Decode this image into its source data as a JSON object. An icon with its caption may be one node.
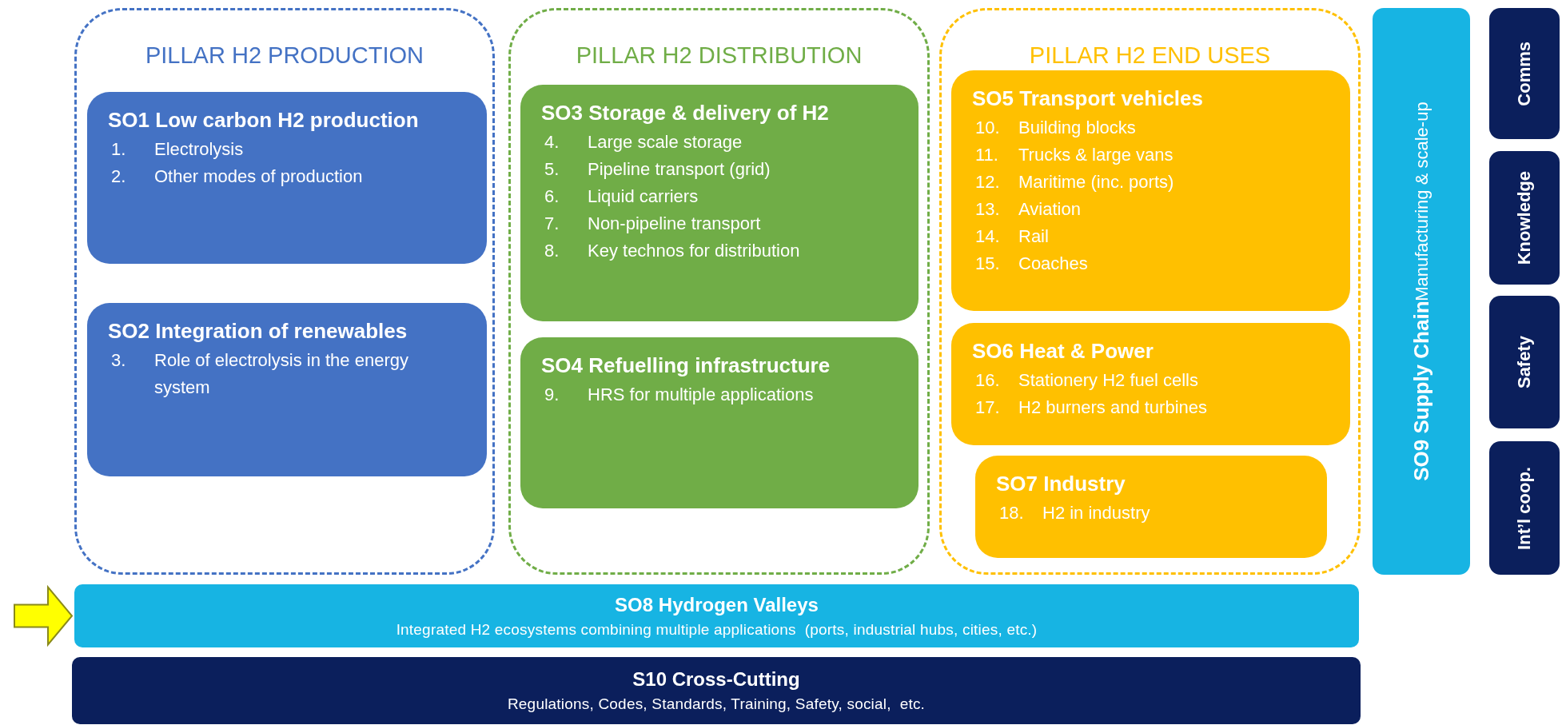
{
  "diagram": {
    "nodes": [
      {
        "text": [
          "PILLAR H2 PRODUCTION"
        ]
      },
      {
        "text": [
          "SO1 Low carbon H2 production",
          "1. Electrolysis",
          "2. Other modes of production"
        ],
        "in": 0
      },
      {
        "text": [
          "SO2 Integration of renewables",
          "3. Role of electrolysis in the energy system"
        ],
        "in": 0
      },
      {
        "text": [
          "PILLAR H2 DISTRIBUTION"
        ]
      },
      {
        "text": [
          "SO3 Storage & delivery of H2",
          "4. Large scale storage",
          "5. Pipeline transport (grid)",
          "6. Liquid carriers",
          "7. Non-pipeline transport",
          "8. Key technos for distribution"
        ],
        "in": 3
      },
      {
        "text": [
          "SO4 Refuelling infrastructure",
          "9. HRS for multiple applications"
        ],
        "in": 3
      },
      {
        "text": [
          "PILLAR H2 END USES"
        ]
      },
      {
        "text": [
          "SO5 Transport vehicles",
          "10. Building blocks",
          "11. Trucks & large vans",
          "12. Maritime (inc. ports)",
          "13. Aviation",
          "14. Rail",
          "15. Coaches"
        ],
        "in": 6
      },
      {
        "text": [
          "SO6 Heat & Power",
          "16. Stationery H2 fuel cells",
          "17. H2 burners and turbines"
        ],
        "in": 6
      },
      {
        "text": [
          "SO7 Industry",
          "18. H2 in industry"
        ],
        "in": 6
      },
      {
        "text": [
          "SO9 Supply Chain",
          "Manufacturing & scale-up"
        ]
      },
      {
        "text": [
          "Comms"
        ]
      },
      {
        "text": [
          "Knowledge"
        ]
      },
      {
        "text": [
          "Safety"
        ]
      },
      {
        "text": [
          "Int’l coop."
        ]
      },
      {
        "text": [
          "SO8 Hydrogen Valleys",
          "Integrated H2 ecosystems combining multiple applications  (ports, industrial hubs, cities, etc.)"
        ]
      },
      {
        "text": [
          "S10 Cross-Cutting",
          "Regulations, Codes, Standards, Training, Safety, social,  etc."
        ]
      }
    ],
    "edges": [
      {
        "from": null,
        "to": 15,
        "arrow": "to",
        "color": "#ffff00"
      }
    ]
  }
}
